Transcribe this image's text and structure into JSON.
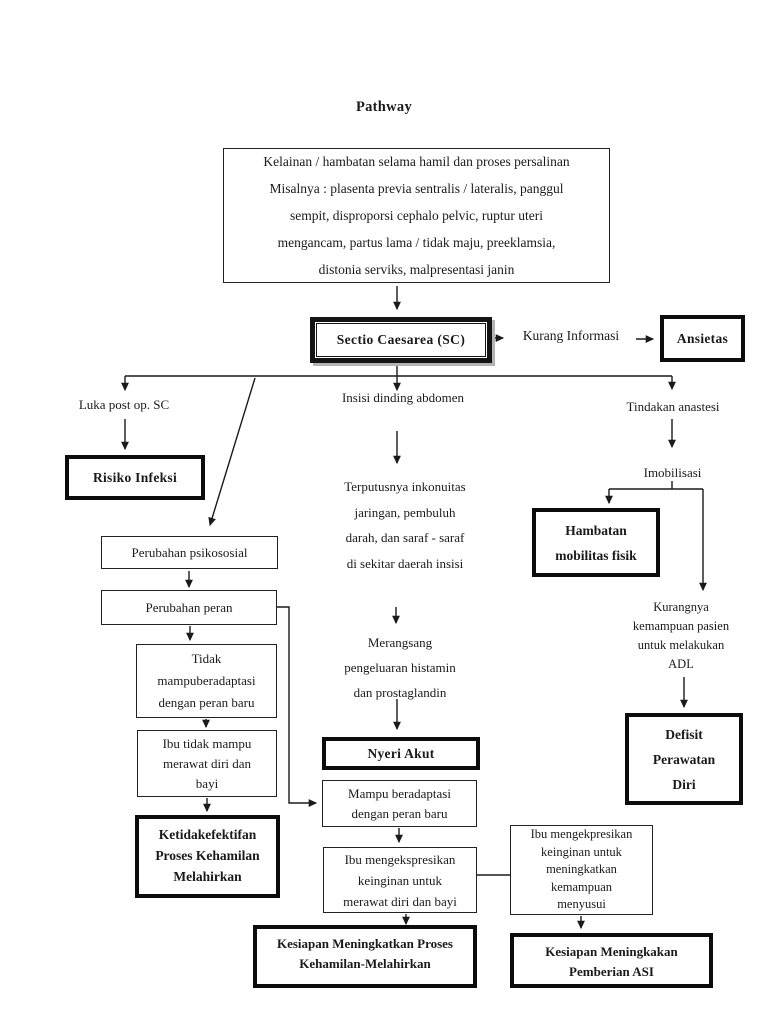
{
  "title": "Pathway",
  "colors": {
    "ink": "#1a1a1a",
    "background": "#ffffff"
  },
  "nodes": {
    "etiology": "Kelainan / hambatan selama hamil dan proses persalinan\nMisalnya : plasenta previa sentralis / lateralis, panggul\nsempit, disproporsi cephalo pelvic, ruptur uteri\nmengancam, partus lama / tidak maju, preeklamsia,\ndistonia serviks, malpresentasi janin",
    "sectio_caesarea": "Sectio Caesarea (SC)",
    "kurang_informasi": "Kurang Informasi",
    "ansietas": "Ansietas",
    "luka_post_op": "Luka post op. SC",
    "insisi_abdomen": "Insisi dinding abdomen",
    "tindakan_anastesi": "Tindakan anastesi",
    "risiko_infeksi": "Risiko Infeksi",
    "terputusnya": "Terputusnya inkonuitas\njaringan, pembuluh\ndarah, dan saraf - saraf\ndi sekitar daerah insisi",
    "imobilisasi": "Imobilisasi",
    "hambatan_mobilitas": "Hambatan\nmobilitas fisik",
    "kurangnya_adl": "Kurangnya\nkemampuan pasien\nuntuk melakukan\nADL",
    "defisit_perawatan": "Defisit\nPerawatan\nDiri",
    "perubahan_psikososial": "Perubahan psikososial",
    "perubahan_peran": "Perubahan peran",
    "merangsang": "Merangsang\npengeluaran histamin\ndan prostaglandin",
    "nyeri_akut": "Nyeri Akut",
    "tidak_mampu_adaptasi": "Tidak\nmampuberadaptasi\ndengan peran baru",
    "ibu_tidak_mampu": "Ibu tidak mampu\nmerawat diri dan\nbayi",
    "ketidakefektifan": "Ketidakefektifan\nProses Kehamilan\nMelahirkan",
    "mampu_beradaptasi": "Mampu beradaptasi\ndengan peran baru",
    "ibu_ekspresi_rawat": "Ibu mengekspresikan\nkeinginan untuk\nmerawat diri dan bayi",
    "ibu_ekspresi_menyusui": "Ibu mengekpresikan\nkeinginan untuk\nmeningkatkan\nkemampuan\nmenyusui",
    "kesiapan_proses": "Kesiapan Meningkatkan Proses\nKehamilan-Melahirkan",
    "kesiapan_asi": "Kesiapan Meningkakan\nPemberian ASI"
  }
}
